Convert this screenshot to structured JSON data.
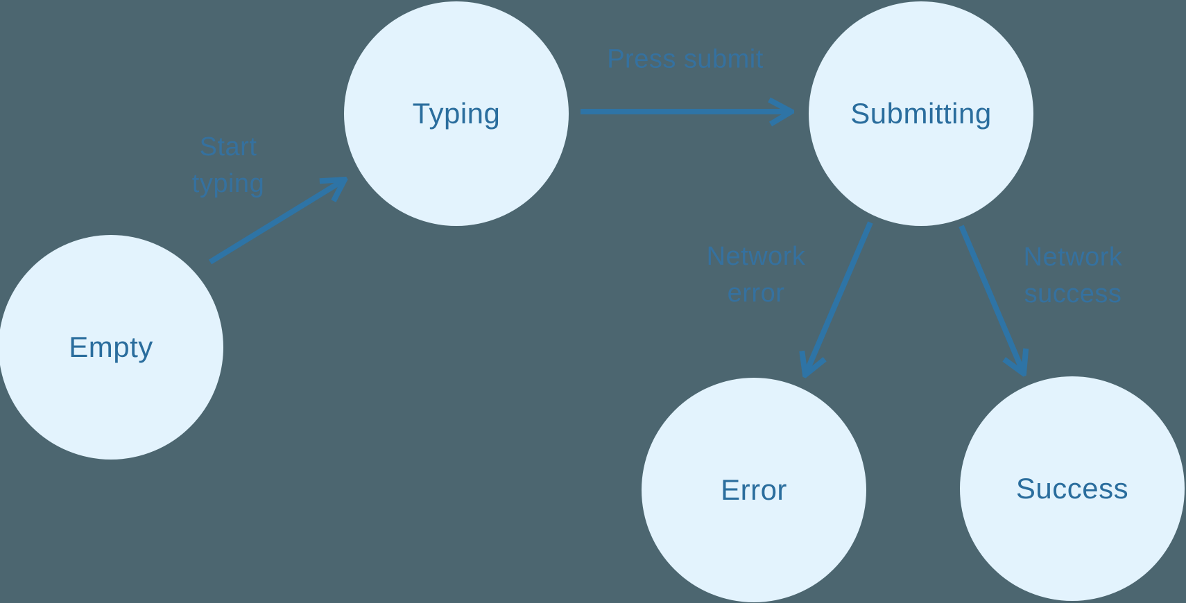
{
  "diagram": {
    "type": "state-machine",
    "nodes": [
      {
        "id": "empty",
        "label": "Empty"
      },
      {
        "id": "typing",
        "label": "Typing"
      },
      {
        "id": "submitting",
        "label": "Submitting"
      },
      {
        "id": "error",
        "label": "Error"
      },
      {
        "id": "success",
        "label": "Success"
      }
    ],
    "edges": [
      {
        "from": "empty",
        "to": "typing",
        "label_line1": "Start",
        "label_line2": "typing"
      },
      {
        "from": "typing",
        "to": "submitting",
        "label_line1": "Press submit",
        "label_line2": ""
      },
      {
        "from": "submitting",
        "to": "error",
        "label_line1": "Network",
        "label_line2": "error"
      },
      {
        "from": "submitting",
        "to": "success",
        "label_line1": "Network",
        "label_line2": "success"
      }
    ],
    "colors": {
      "background": "#4c6670",
      "node_fill": "#e3f3fd",
      "node_text": "#2a6d9d",
      "arrow": "#2e74a6",
      "edge_label": "#35719f"
    }
  }
}
